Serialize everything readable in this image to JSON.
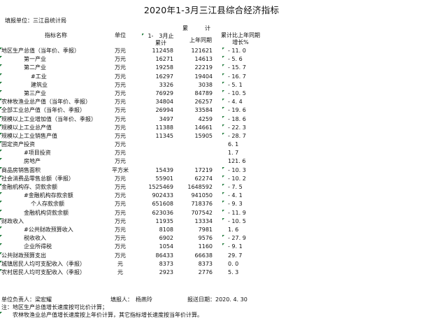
{
  "title": "2020年1-3月三江县综合经济指标",
  "report_unit": "填报单位：三江县统计局",
  "header": {
    "indicator": "指标名称",
    "unit": "单位",
    "cumulative": "累　　　计",
    "current": "1-　3月止累计",
    "previous": "上年同期",
    "growth": "累计比上年同期增长%"
  },
  "rows": [
    {
      "name": "地区生产总值（当年价、季报）",
      "indent": 0,
      "unit": "万元",
      "cur": "112458",
      "prev": "121621",
      "grow": "- 11. 0"
    },
    {
      "name": "第一产业",
      "indent": 1,
      "unit": "万元",
      "cur": "16271",
      "prev": "14613",
      "grow": "- 5. 6"
    },
    {
      "name": "第二产业",
      "indent": 1,
      "unit": "万元",
      "cur": "19258",
      "prev": "22219",
      "grow": "- 15. 7"
    },
    {
      "name": "#工业",
      "indent": 2,
      "unit": "万元",
      "cur": "16297",
      "prev": "19404",
      "grow": "- 16. 7"
    },
    {
      "name": "建筑业",
      "indent": 2,
      "unit": "万元",
      "cur": "3326",
      "prev": "3038",
      "grow": "- 5. 1"
    },
    {
      "name": "第三产业",
      "indent": 1,
      "unit": "万元",
      "cur": "76929",
      "prev": "84789",
      "grow": "- 10. 5"
    },
    {
      "name": "农林牧渔业总产值（当年价、季报）",
      "indent": 0,
      "unit": "万元",
      "cur": "34804",
      "prev": "26257",
      "grow": "- 4. 4"
    },
    {
      "name": "全部工业总产值（当年价、季报）",
      "indent": 0,
      "unit": "万元",
      "cur": "26994",
      "prev": "33584",
      "grow": "- 19. 6"
    },
    {
      "name": "规模以上工业增加值（当年价、季报）",
      "indent": 0,
      "unit": "万元",
      "cur": "3497",
      "prev": "4259",
      "grow": "- 18. 6"
    },
    {
      "name": "规模以上工业总产值",
      "indent": 0,
      "unit": "万元",
      "cur": "11388",
      "prev": "14661",
      "grow": "- 22. 3"
    },
    {
      "name": "规模以上工业销售产值",
      "indent": 0,
      "unit": "万元",
      "cur": "11345",
      "prev": "15905",
      "grow": "- 28. 7"
    },
    {
      "name": "固定资产投资",
      "indent": 0,
      "unit": "万元",
      "cur": "",
      "prev": "",
      "grow": "6. 1"
    },
    {
      "name": "#项目投资",
      "indent": 1,
      "unit": "万元",
      "cur": "",
      "prev": "",
      "grow": "1. 7"
    },
    {
      "name": "房地产",
      "indent": 1,
      "unit": "万元",
      "cur": "",
      "prev": "",
      "grow": "121. 6"
    },
    {
      "name": "商品房销售面积",
      "indent": 0,
      "unit": "平方米",
      "cur": "15439",
      "prev": "17219",
      "grow": "- 10. 3"
    },
    {
      "name": "社会消费品零售总额（季报）",
      "indent": 0,
      "unit": "万元",
      "cur": "55901",
      "prev": "62274",
      "grow": "- 10. 2"
    },
    {
      "name": "金融机构存、贷款余额",
      "indent": 0,
      "unit": "万元",
      "cur": "1525469",
      "prev": "1648592",
      "grow": "- 7. 5"
    },
    {
      "name": "#金融机构存款余额",
      "indent": 1,
      "unit": "万元",
      "cur": "902433",
      "prev": "941050",
      "grow": "- 4. 1"
    },
    {
      "name": "个人存款余额",
      "indent": 2,
      "unit": "万元",
      "cur": "651608",
      "prev": "718376",
      "grow": "- 9. 3"
    },
    {
      "name": "金融机构贷款余额",
      "indent": 1,
      "unit": "万元",
      "cur": "623036",
      "prev": "707542",
      "grow": "- 11. 9"
    },
    {
      "name": "财政收入",
      "indent": 0,
      "unit": "万元",
      "cur": "11935",
      "prev": "13334",
      "grow": "- 10. 5"
    },
    {
      "name": "#公共财政预算收入",
      "indent": 1,
      "unit": "万元",
      "cur": "8108",
      "prev": "7981",
      "grow": "1. 6"
    },
    {
      "name": "税收收入",
      "indent": 1,
      "unit": "万元",
      "cur": "6902",
      "prev": "9576",
      "grow": "- 27. 9"
    },
    {
      "name": "企业所得税",
      "indent": 1,
      "unit": "万元",
      "cur": "1054",
      "prev": "1160",
      "grow": "- 9. 1"
    },
    {
      "name": "公共财政预算支出",
      "indent": 0,
      "unit": "万元",
      "cur": "86433",
      "prev": "66638",
      "grow": "29. 7"
    },
    {
      "name": "城镇居民人均可支配收入（季报）",
      "indent": 0,
      "unit": "元",
      "cur": "8373",
      "prev": "8373",
      "grow": "0. 0"
    },
    {
      "name": "农村居民人均可支配收入（季报）",
      "indent": 0,
      "unit": "元",
      "cur": "2923",
      "prev": "2776",
      "grow": "5. 3"
    }
  ],
  "footer": {
    "responsible": "单位负责人：梁宏耀",
    "filler": "填报人：　杨燕玲",
    "report_date": "报送日期：2020. 4. 30",
    "note1": "注：地区生产总值增长速度按可比价计算；",
    "note2": "农林牧渔业总产值增长速度按上年价计算，其它指标增长速度按当年价计算。"
  },
  "colors": {
    "tick": "#1f7a3a",
    "text": "#111111"
  }
}
